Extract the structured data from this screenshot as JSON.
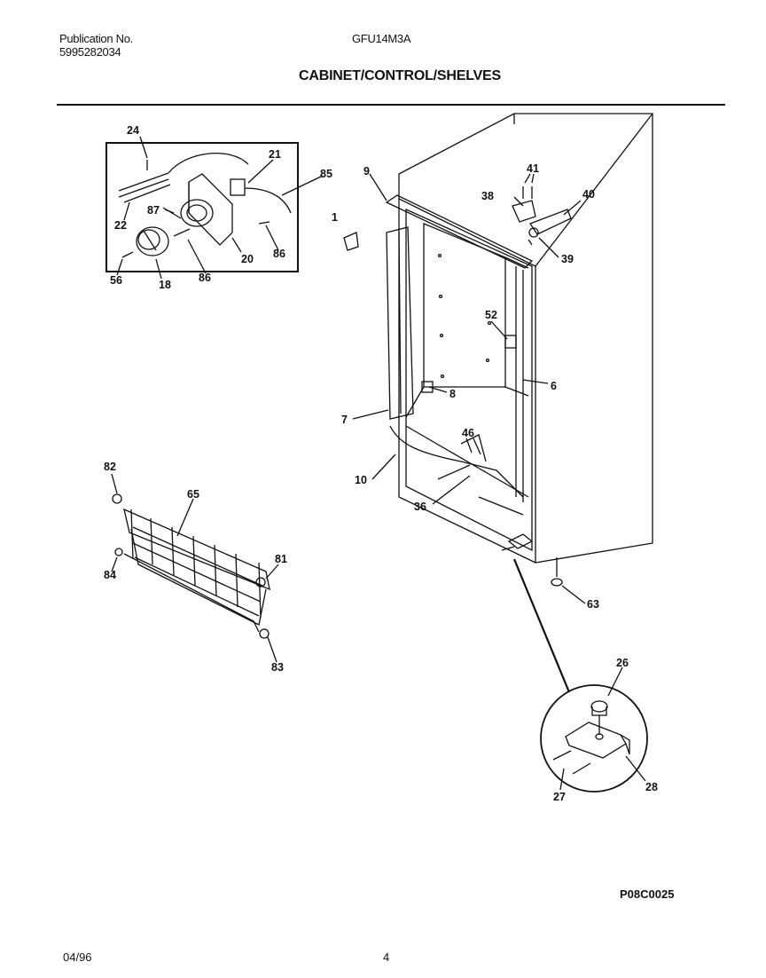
{
  "header": {
    "publication_label": "Publication No.",
    "publication_number": "5995282034",
    "model": "GFU14M3A",
    "title": "CABINET/CONTROL/SHELVES"
  },
  "callouts": {
    "c24": "24",
    "c21": "21",
    "c85": "85",
    "c22": "22",
    "c87": "87",
    "c20": "20",
    "c86a": "86",
    "c56": "56",
    "c18": "18",
    "c86b": "86",
    "c9": "9",
    "c1": "1",
    "c41": "41",
    "c38": "38",
    "c40": "40",
    "c39": "39",
    "c52": "52",
    "c8": "8",
    "c6": "6",
    "c7": "7",
    "c46": "46",
    "c10": "10",
    "c36": "36",
    "c82": "82",
    "c65": "65",
    "c81": "81",
    "c84": "84",
    "c83": "83",
    "c63": "63",
    "c26": "26",
    "c27": "27",
    "c28": "28"
  },
  "footer": {
    "diagram_code": "P08C0025",
    "date": "04/96",
    "page": "4"
  }
}
